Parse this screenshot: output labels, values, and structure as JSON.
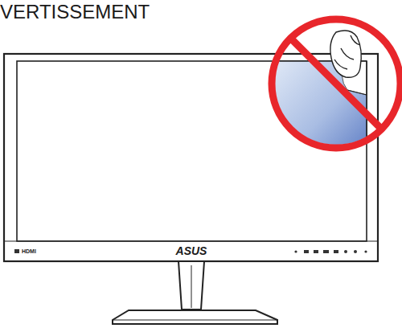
{
  "diagram": {
    "labels": [
      "VERTISSEMENT",
      "HDMI",
      "ASUS"
    ]
  }
}
